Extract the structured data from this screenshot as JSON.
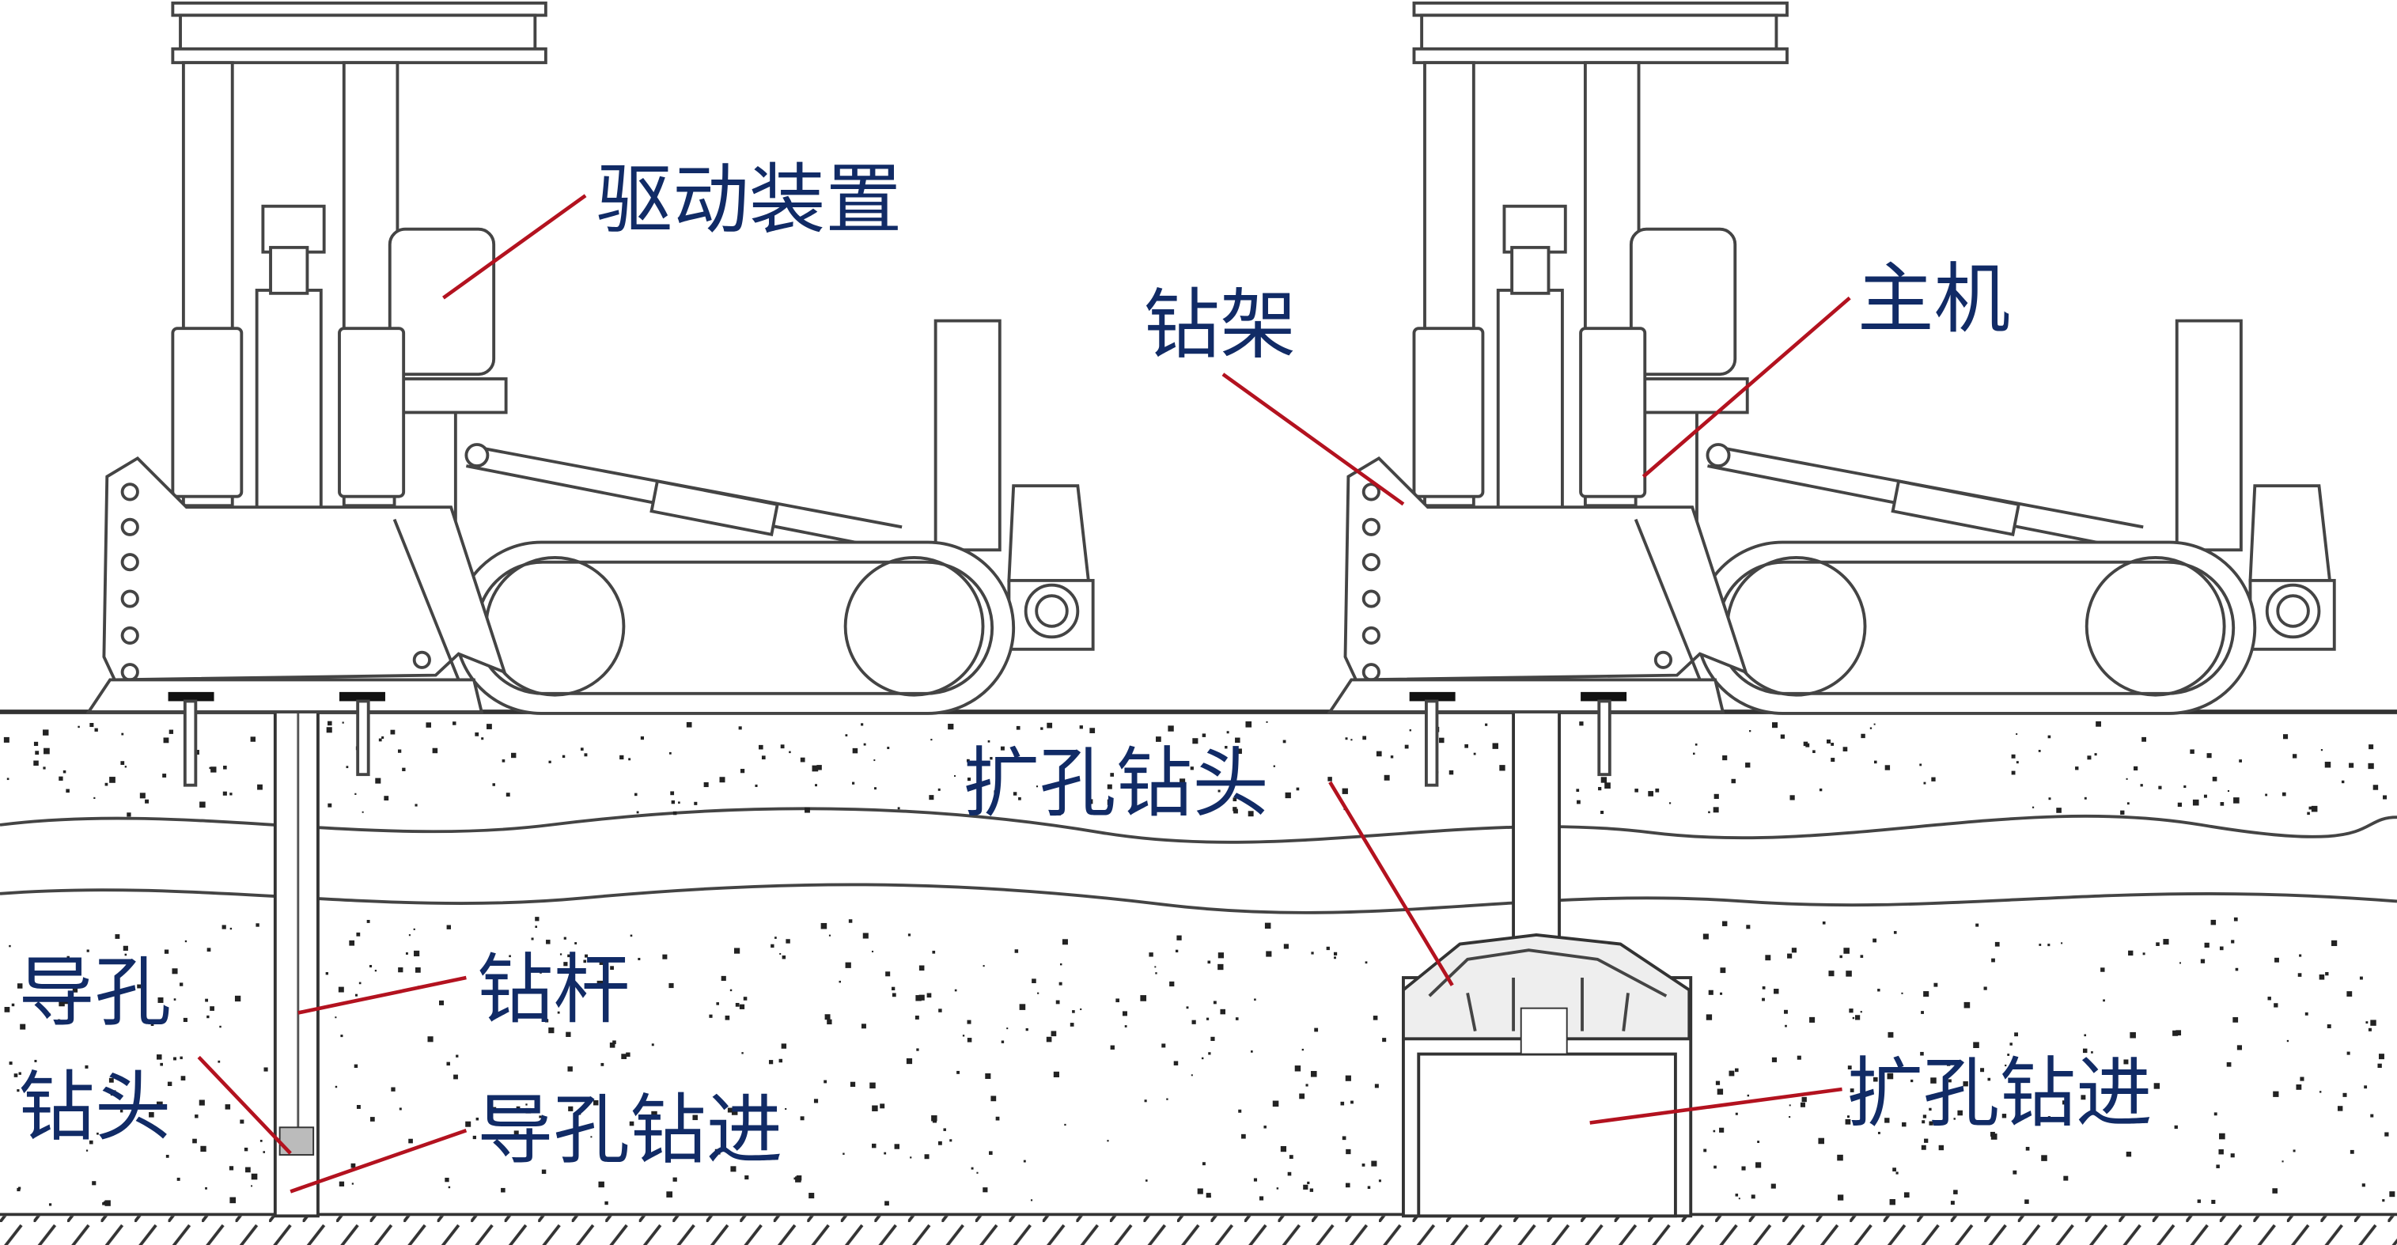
{
  "labels": {
    "drive_unit": "驱动装置",
    "drill_frame": "钻架",
    "main_machine": "主机",
    "reaming_bit": "扩孔钻头",
    "drill_rod": "钻杆",
    "pilot_bit_line1": "导孔",
    "pilot_bit_line2": "钻头",
    "pilot_drilling": "导孔钻进",
    "reaming_drilling": "扩孔钻进"
  },
  "colors": {
    "label_text": "#112b66",
    "leader_line": "#b3121f",
    "outline": "#444444"
  }
}
